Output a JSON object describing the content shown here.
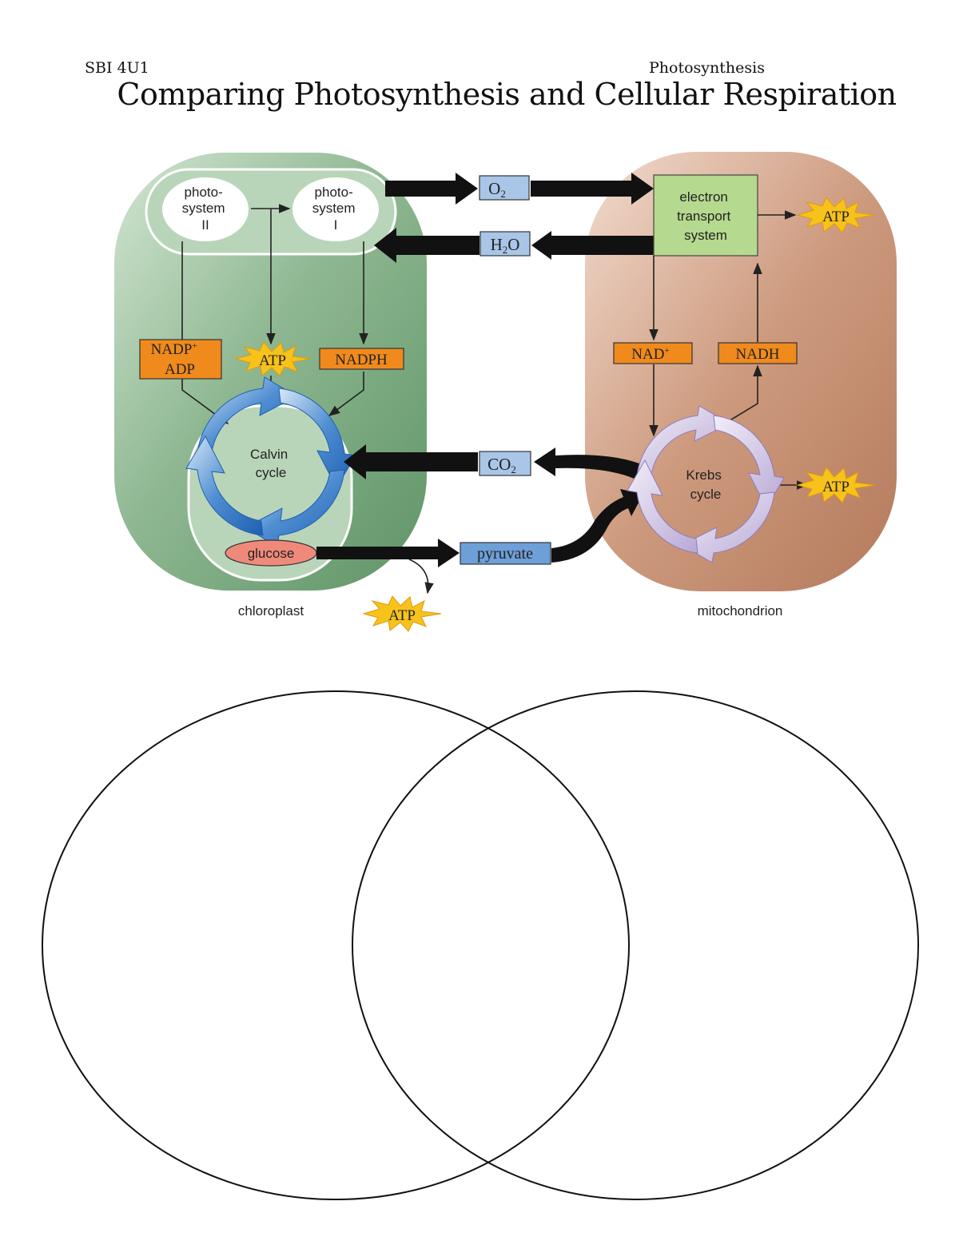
{
  "header": {
    "course": "SBI 4U1",
    "unit": "Photosynthesis",
    "title": "Comparing Photosynthesis and Cellular Respiration"
  },
  "diagram": {
    "photosystem_ii": [
      "photo-",
      "system",
      "II"
    ],
    "photosystem_i": [
      "photo-",
      "system",
      "I"
    ],
    "nadp_adp": [
      "NADP",
      "ADP"
    ],
    "nadp_sup": "+",
    "atp": "ATP",
    "nadph": "NADPH",
    "calvin_cycle": [
      "Calvin",
      "cycle"
    ],
    "glucose": "glucose",
    "chloroplast": "chloroplast",
    "o2": "O",
    "h2o_h": "H",
    "h2o_o": "O",
    "co2": "CO",
    "sub2": "2",
    "pyruvate": "pyruvate",
    "electron_transport": [
      "electron",
      "transport",
      "system"
    ],
    "nad": "NAD",
    "nad_sup": "+",
    "nadh": "NADH",
    "krebs_cycle": [
      "Krebs",
      "cycle"
    ],
    "mitochondrion": "mitochondrion"
  },
  "colors": {
    "chloroplast": "#7aa87e",
    "mitochondrion": "#c48a6c",
    "orange_box": "#f08a1c",
    "blue_box": "#a9c6e8",
    "pyruvate_box": "#6e9fd8",
    "green_box": "#b5d98e",
    "atp_burst": "#f7c21a",
    "glucose": "#ef8a7a"
  }
}
